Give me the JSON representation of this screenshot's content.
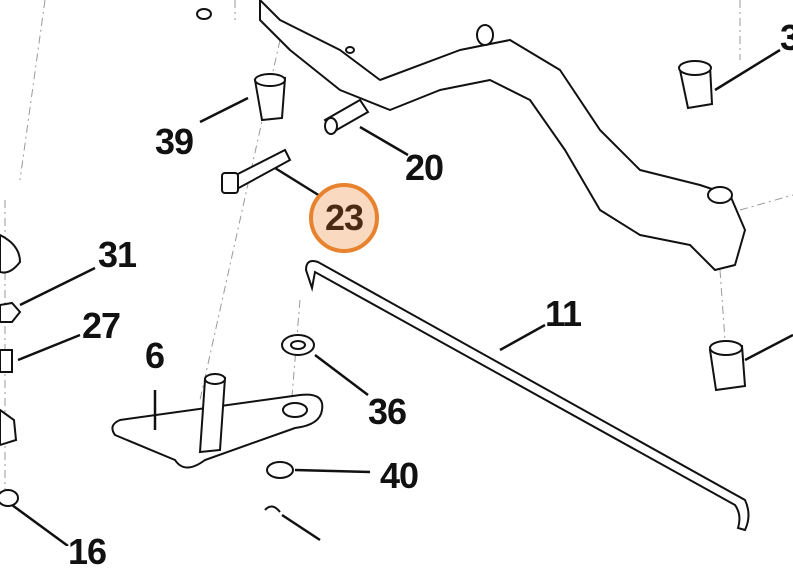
{
  "diagram": {
    "highlight_color": "#e8822e",
    "highlighted_part": "23",
    "callouts": {
      "p39": "39",
      "p20": "20",
      "p23": "23",
      "p31": "31",
      "p27": "27",
      "p6": "6",
      "p11": "11",
      "p36": "36",
      "p40": "40",
      "p3_partial": "3",
      "p16_partial": "16"
    }
  }
}
